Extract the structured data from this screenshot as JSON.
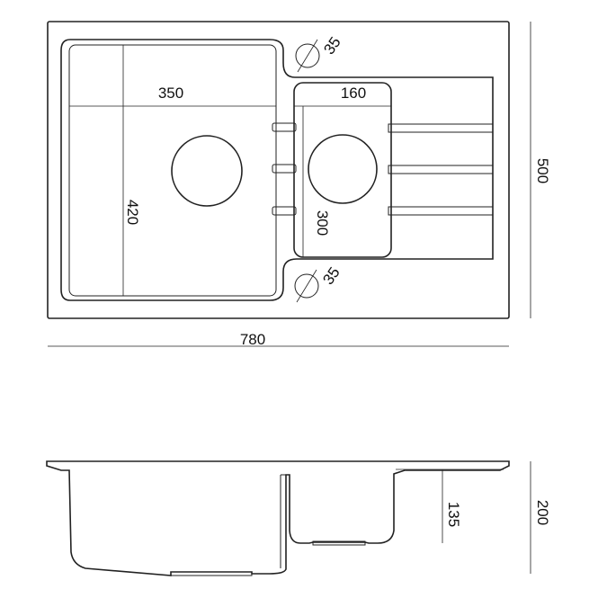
{
  "dimensions": {
    "basin_large_width": "350",
    "basin_small_width": "160",
    "basin_large_height": "420",
    "basin_small_height": "300",
    "overall_width": "780",
    "overall_height": "500",
    "tap_hole_top": "35",
    "tap_hole_bottom": "35",
    "section_height": "200",
    "basin_depth": "135"
  },
  "colors": {
    "line": "#222222",
    "background": "#ffffff"
  }
}
